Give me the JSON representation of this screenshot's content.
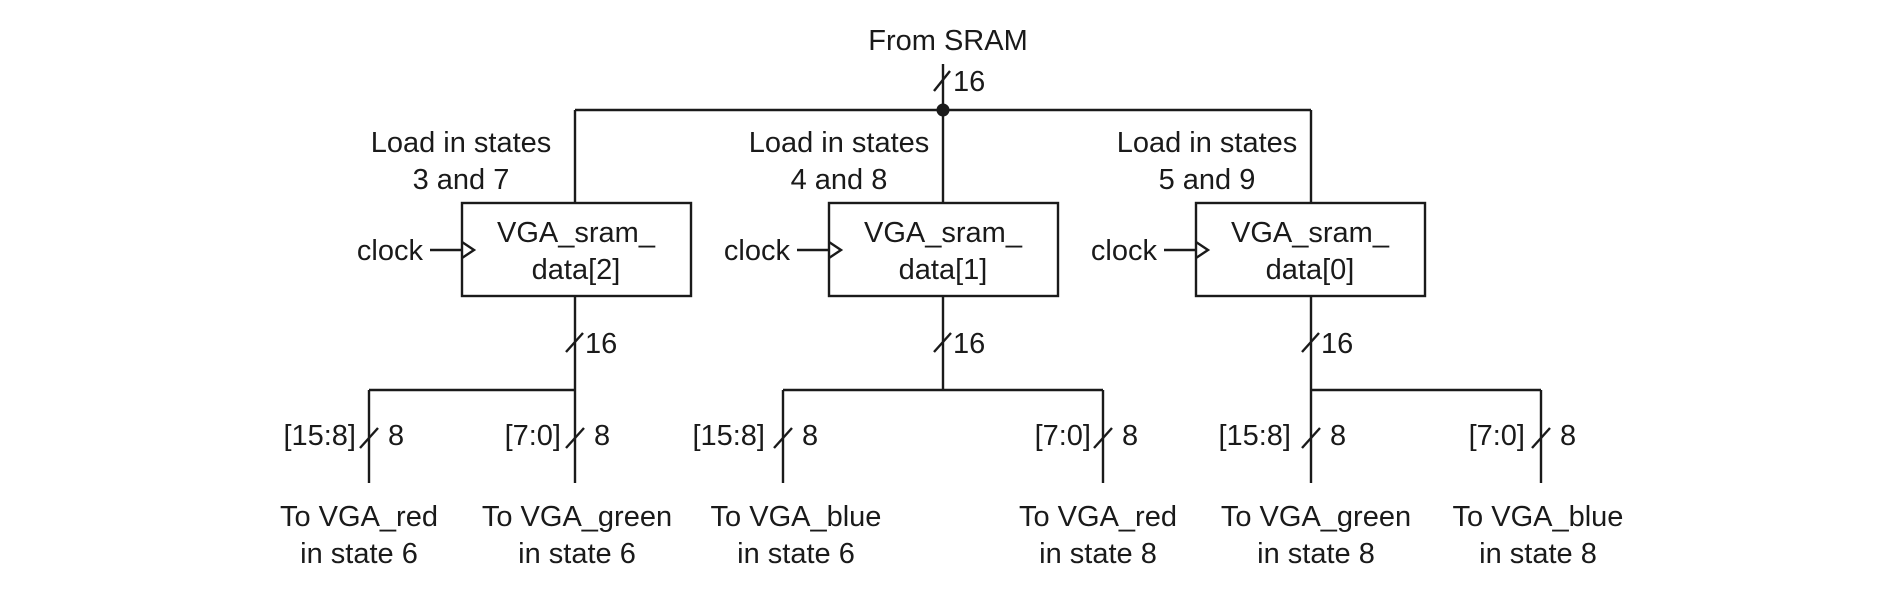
{
  "source": {
    "label": "From SRAM",
    "width": "16"
  },
  "registers": [
    {
      "name_line1": "VGA_sram_",
      "name_line2": "data[2]",
      "load_line1": "Load in states",
      "load_line2": "3 and 7",
      "clock": "clock",
      "out_width": "16"
    },
    {
      "name_line1": "VGA_sram_",
      "name_line2": "data[1]",
      "load_line1": "Load in states",
      "load_line2": "4 and 8",
      "clock": "clock",
      "out_width": "16"
    },
    {
      "name_line1": "VGA_sram_",
      "name_line2": "data[0]",
      "load_line1": "Load in states",
      "load_line2": "5 and 9",
      "clock": "clock",
      "out_width": "16"
    }
  ],
  "outputs": [
    {
      "slice": "[15:8]",
      "width": "8",
      "line1": "To VGA_red",
      "line2": "in state 6"
    },
    {
      "slice": "[7:0]",
      "width": "8",
      "line1": "To VGA_green",
      "line2": "in state 6"
    },
    {
      "slice": "[15:8]",
      "width": "8",
      "line1": "To VGA_blue",
      "line2": "in state 6"
    },
    {
      "slice": "[7:0]",
      "width": "8",
      "line1": "To VGA_red",
      "line2": "in state 8"
    },
    {
      "slice": "[15:8]",
      "width": "8",
      "line1": "To VGA_green",
      "line2": "in state 8"
    },
    {
      "slice": "[7:0]",
      "width": "8",
      "line1": "To VGA_blue",
      "line2": "in state 8"
    }
  ]
}
